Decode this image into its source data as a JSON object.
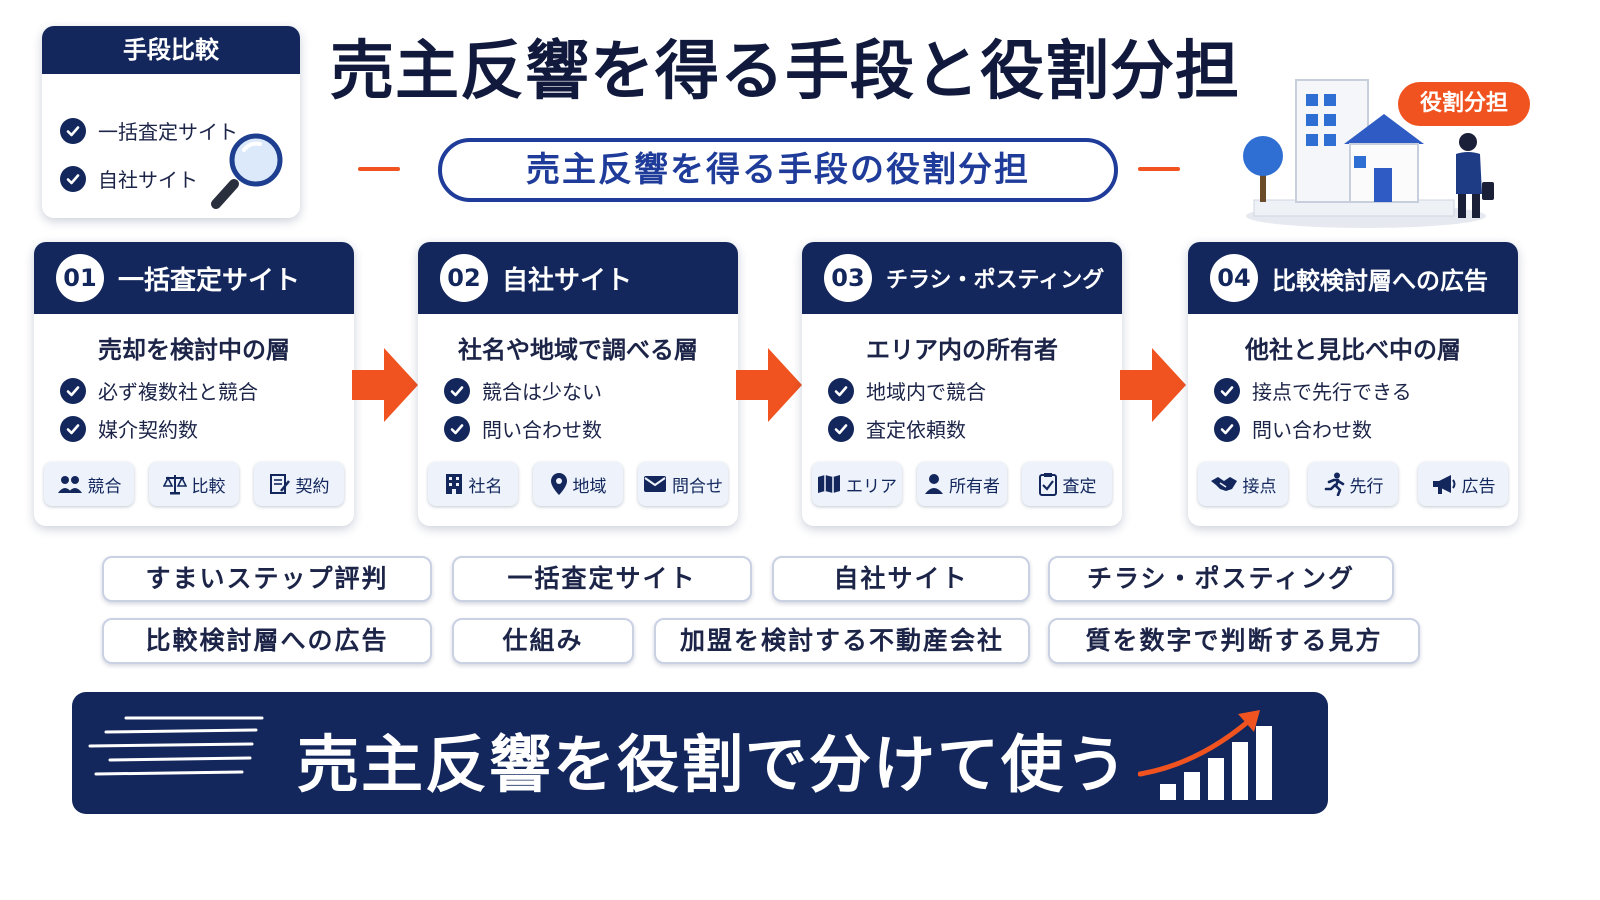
{
  "top_card": {
    "title": "手段比較",
    "items": [
      "一括査定サイト",
      "自社サイト"
    ]
  },
  "title": "売主反響を得る手段と役割分担",
  "subtitle": "売主反響を得る手段の役割分担",
  "role_badge": "役割分担",
  "cards": [
    {
      "num": "01",
      "title": "一括査定サイト",
      "sub": "売却を検討中の層",
      "bullets": [
        "必ず複数社と競合",
        "媒介契約数"
      ],
      "chips": [
        {
          "label": "競合",
          "icon": "people-icon"
        },
        {
          "label": "比較",
          "icon": "scale-icon"
        },
        {
          "label": "契約",
          "icon": "contract-icon"
        }
      ]
    },
    {
      "num": "02",
      "title": "自社サイト",
      "sub": "社名や地域で調べる層",
      "bullets": [
        "競合は少ない",
        "問い合わせ数"
      ],
      "chips": [
        {
          "label": "社名",
          "icon": "building-icon"
        },
        {
          "label": "地域",
          "icon": "map-pin-icon"
        },
        {
          "label": "問合せ",
          "icon": "mail-icon"
        }
      ]
    },
    {
      "num": "03",
      "title": "チラシ・ポスティング",
      "sub": "エリア内の所有者",
      "bullets": [
        "地域内で競合",
        "査定依頼数"
      ],
      "chips": [
        {
          "label": "エリア",
          "icon": "map-icon"
        },
        {
          "label": "所有者",
          "icon": "person-icon"
        },
        {
          "label": "査定",
          "icon": "clipboard-icon"
        }
      ]
    },
    {
      "num": "04",
      "title": "比較検討層への広告",
      "sub": "他社と見比べ中の層",
      "bullets": [
        "接点で先行できる",
        "問い合わせ数"
      ],
      "chips": [
        {
          "label": "接点",
          "icon": "handshake-icon"
        },
        {
          "label": "先行",
          "icon": "runner-icon"
        },
        {
          "label": "広告",
          "icon": "megaphone-icon"
        }
      ]
    }
  ],
  "tags": [
    "すまいステップ評判",
    "一括査定サイト",
    "自社サイト",
    "チラシ・ポスティング",
    "比較検討層への広告",
    "仕組み",
    "加盟を検討する不動産会社",
    "質を数字で判断する見方"
  ],
  "banner": "売主反響を役割で分けて使う",
  "colors": {
    "navy": "#13275c",
    "accent": "#f0531f",
    "outline_blue": "#1f3c9a"
  }
}
